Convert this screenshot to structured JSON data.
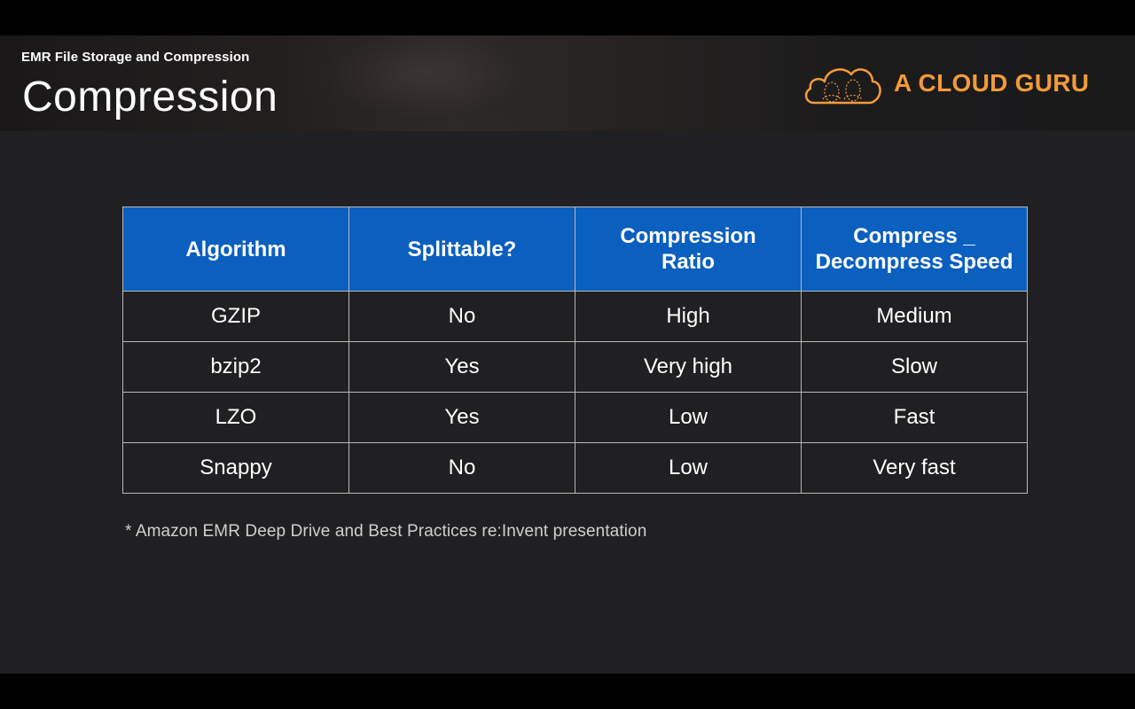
{
  "header": {
    "subtitle": "EMR File Storage and Compression",
    "title": "Compression",
    "logo_text": "A CLOUD GURU"
  },
  "colors": {
    "accent": "#f29a3a",
    "table_header": "#0b5fbf",
    "background": "#201f21"
  },
  "table": {
    "headers": [
      "Algorithm",
      "Splittable?",
      "Compression Ratio",
      "Compress _ Decompress Speed"
    ],
    "rows": [
      [
        "GZIP",
        "No",
        "High",
        "Medium"
      ],
      [
        "bzip2",
        "Yes",
        "Very high",
        "Slow"
      ],
      [
        "LZO",
        "Yes",
        "Low",
        "Fast"
      ],
      [
        "Snappy",
        "No",
        "Low",
        "Very fast"
      ]
    ]
  },
  "footnote": "* Amazon EMR Deep Drive and Best Practices re:Invent presentation"
}
